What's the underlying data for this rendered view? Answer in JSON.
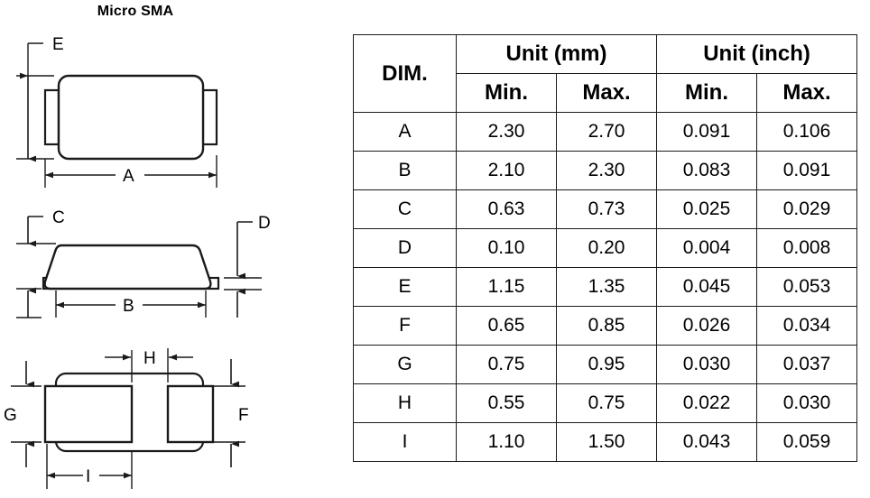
{
  "package": {
    "title": "Micro SMA"
  },
  "drawings": {
    "top_view": {
      "name": "top-view",
      "dimension_labels": [
        "E",
        "A"
      ]
    },
    "side_view": {
      "name": "side-view",
      "dimension_labels": [
        "C",
        "D",
        "B"
      ]
    },
    "bottom_view": {
      "name": "bottom-view",
      "dimension_labels": [
        "H",
        "G",
        "F",
        "I"
      ]
    },
    "labels": {
      "E": "E",
      "A": "A",
      "C": "C",
      "D": "D",
      "B": "B",
      "H": "H",
      "G": "G",
      "F": "F",
      "I": "I"
    }
  },
  "table": {
    "header": {
      "dim": "DIM.",
      "unit_mm": "Unit (mm)",
      "unit_inch": "Unit (inch)",
      "mm_min": "Min.",
      "mm_max": "Max.",
      "inch_min": "Min.",
      "inch_max": "Max."
    },
    "columns": [
      "DIM.",
      "Min.",
      "Max.",
      "Min.",
      "Max."
    ],
    "rows": [
      {
        "dim": "A",
        "mm_min": "2.30",
        "mm_max": "2.70",
        "inch_min": "0.091",
        "inch_max": "0.106"
      },
      {
        "dim": "B",
        "mm_min": "2.10",
        "mm_max": "2.30",
        "inch_min": "0.083",
        "inch_max": "0.091"
      },
      {
        "dim": "C",
        "mm_min": "0.63",
        "mm_max": "0.73",
        "inch_min": "0.025",
        "inch_max": "0.029"
      },
      {
        "dim": "D",
        "mm_min": "0.10",
        "mm_max": "0.20",
        "inch_min": "0.004",
        "inch_max": "0.008"
      },
      {
        "dim": "E",
        "mm_min": "1.15",
        "mm_max": "1.35",
        "inch_min": "0.045",
        "inch_max": "0.053"
      },
      {
        "dim": "F",
        "mm_min": "0.65",
        "mm_max": "0.85",
        "inch_min": "0.026",
        "inch_max": "0.034"
      },
      {
        "dim": "G",
        "mm_min": "0.75",
        "mm_max": "0.95",
        "inch_min": "0.030",
        "inch_max": "0.037"
      },
      {
        "dim": "H",
        "mm_min": "0.55",
        "mm_max": "0.75",
        "inch_min": "0.022",
        "inch_max": "0.030"
      },
      {
        "dim": "I",
        "mm_min": "1.10",
        "mm_max": "1.50",
        "inch_min": "0.043",
        "inch_max": "0.059"
      }
    ]
  },
  "colors": {
    "line": "#1a1a1a",
    "background": "#ffffff",
    "text": "#000000"
  }
}
